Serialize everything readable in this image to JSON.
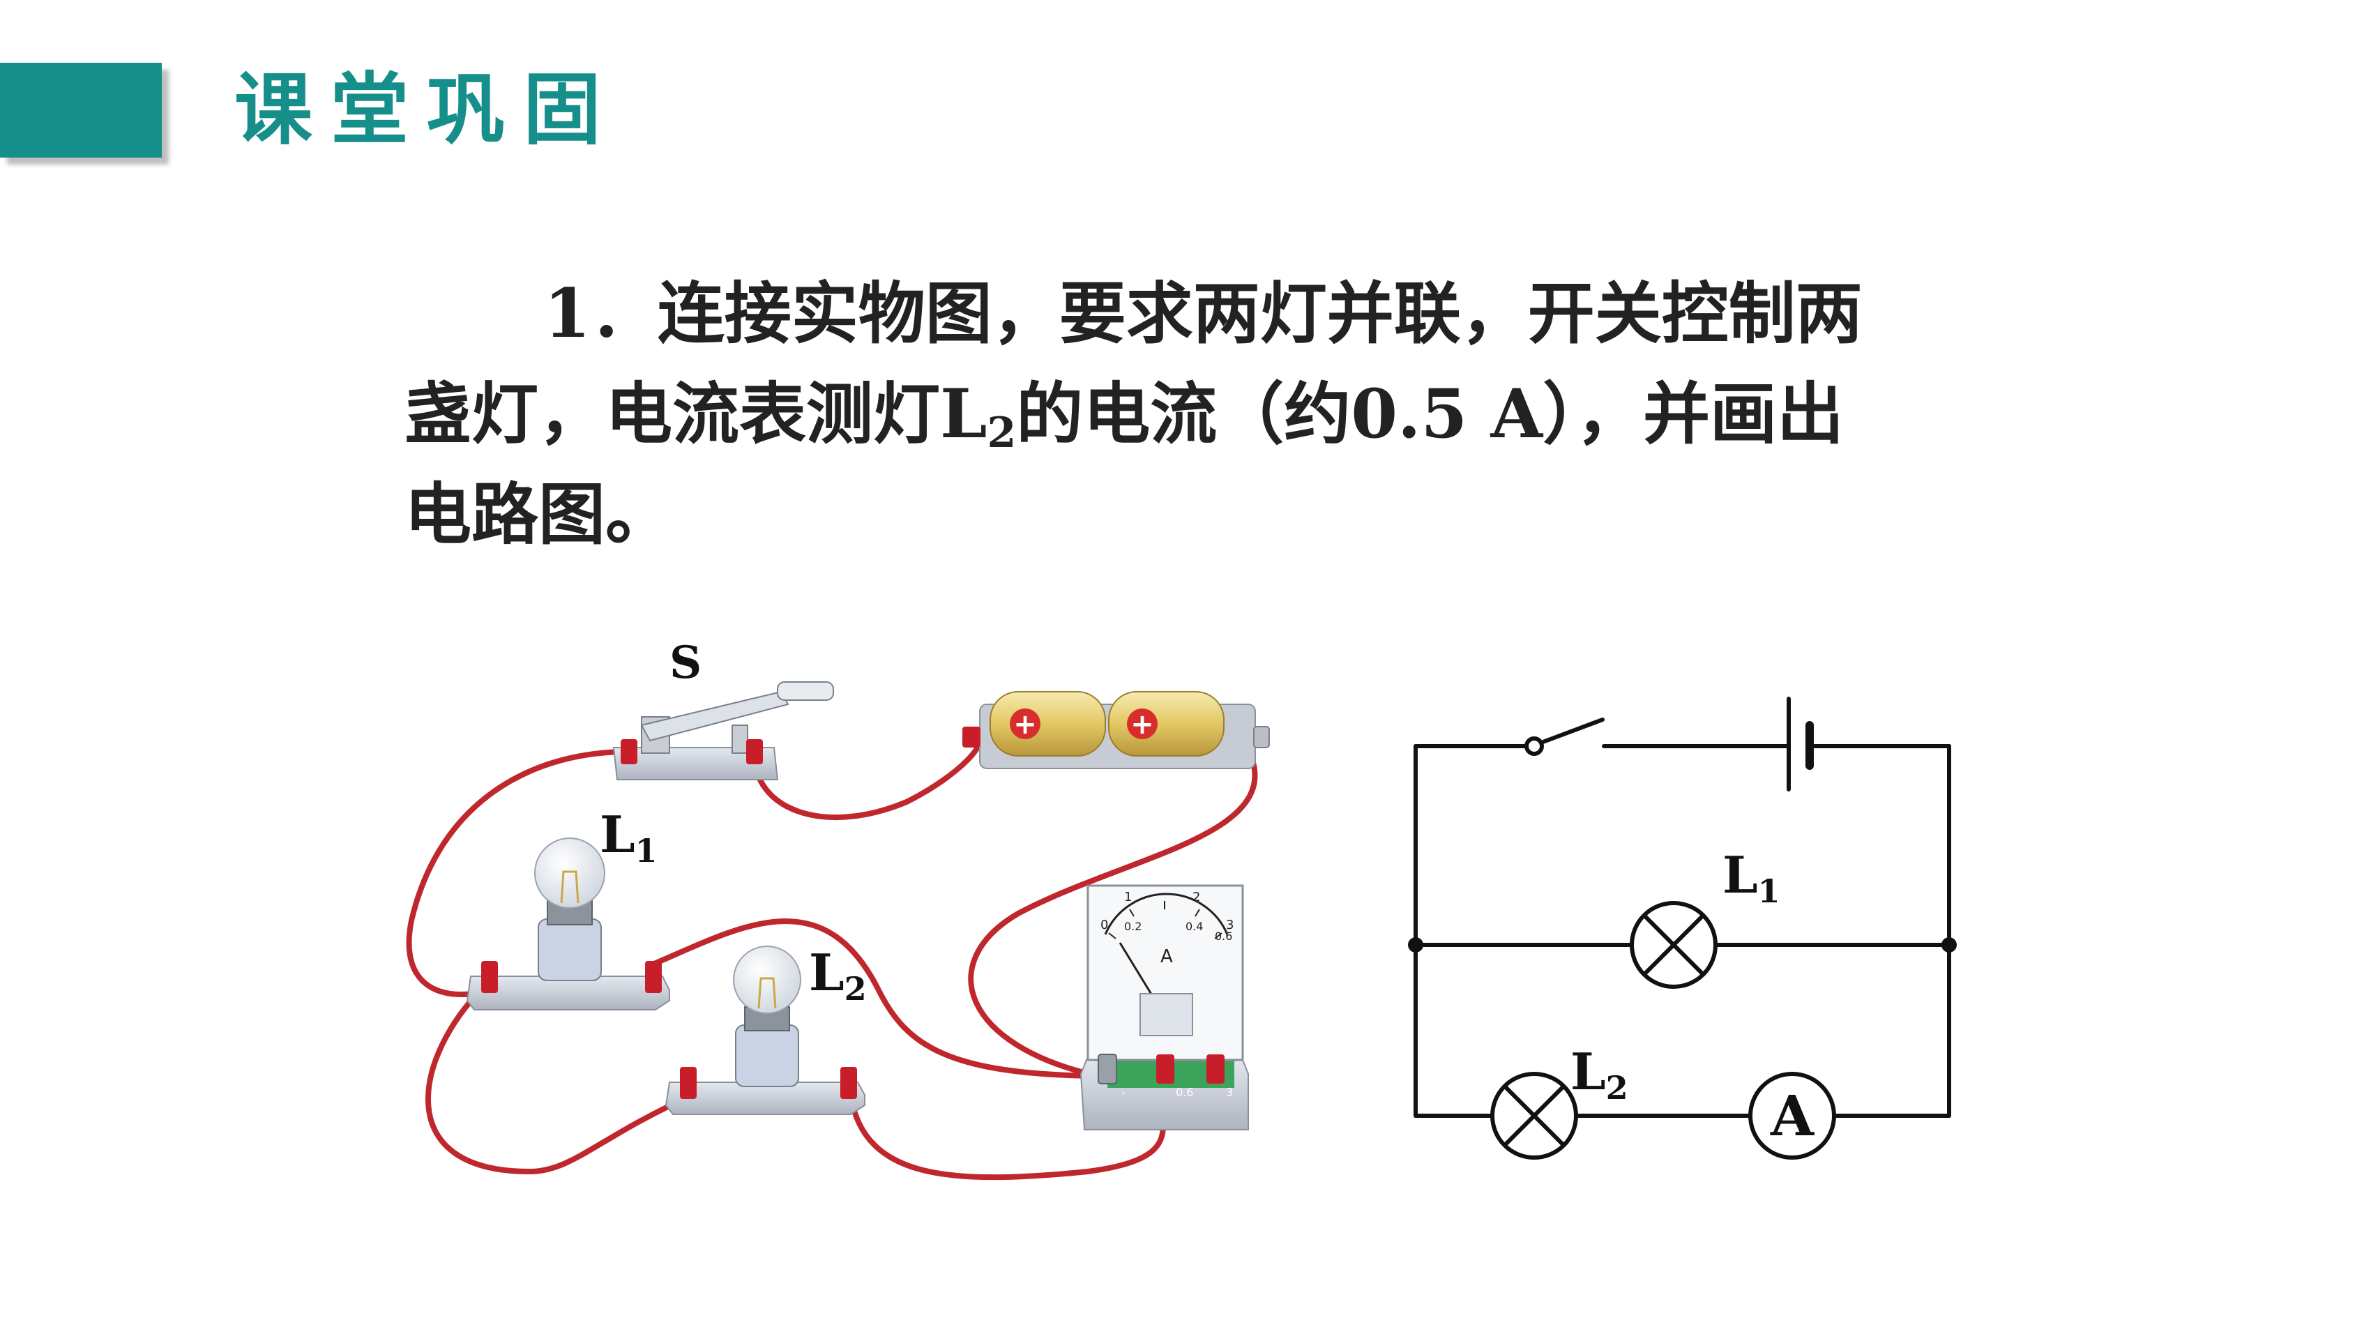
{
  "header": {
    "title": "课堂巩固",
    "accent_color": "#168e8a"
  },
  "question": {
    "line1": "1．连接实物图，要求两灯并联，开关控制两",
    "line2_a": "盏灯，电流表测灯L",
    "line2_sub": "2",
    "line2_b": "的电流（约0.5 A），并画出",
    "line3": "电路图。"
  },
  "photo": {
    "switch_label": "S",
    "lamp1_label": "L",
    "lamp1_sub": "1",
    "lamp2_label": "L",
    "lamp2_sub": "2",
    "ammeter_letter": "A",
    "ammeter_scale_top": [
      "0",
      "1",
      "2",
      "3"
    ],
    "ammeter_scale_bottom": [
      "0.2",
      "0.4",
      "0.6"
    ],
    "ammeter_terminals": [
      "-",
      "0.6",
      "3"
    ],
    "battery_symbol": "+",
    "wire_color": "#c0272d",
    "terminal_color": "#c81e2a"
  },
  "schematic": {
    "lamp1_label": "L",
    "lamp1_sub": "1",
    "lamp2_label": "L",
    "lamp2_sub": "2",
    "meter_letter": "A"
  }
}
